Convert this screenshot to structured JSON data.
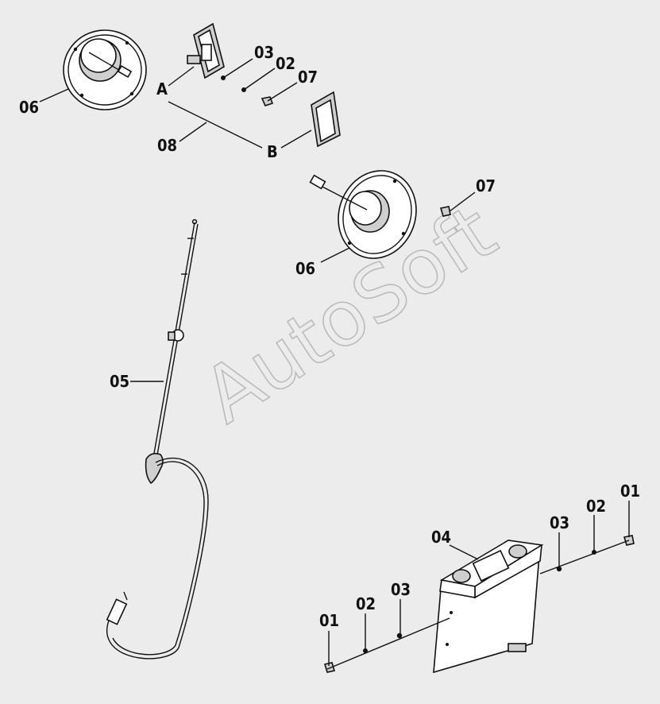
{
  "watermark": "AutoSoft",
  "labels": {
    "p01": "01",
    "p02": "02",
    "p03": "03",
    "p04": "04",
    "p05": "05",
    "p06": "06",
    "p07": "07",
    "p08": "08",
    "ref_a": "A",
    "ref_b": "B"
  },
  "colors": {
    "background": "#ececec",
    "line": "#111111",
    "watermark_outline": "#bbbbbb"
  }
}
